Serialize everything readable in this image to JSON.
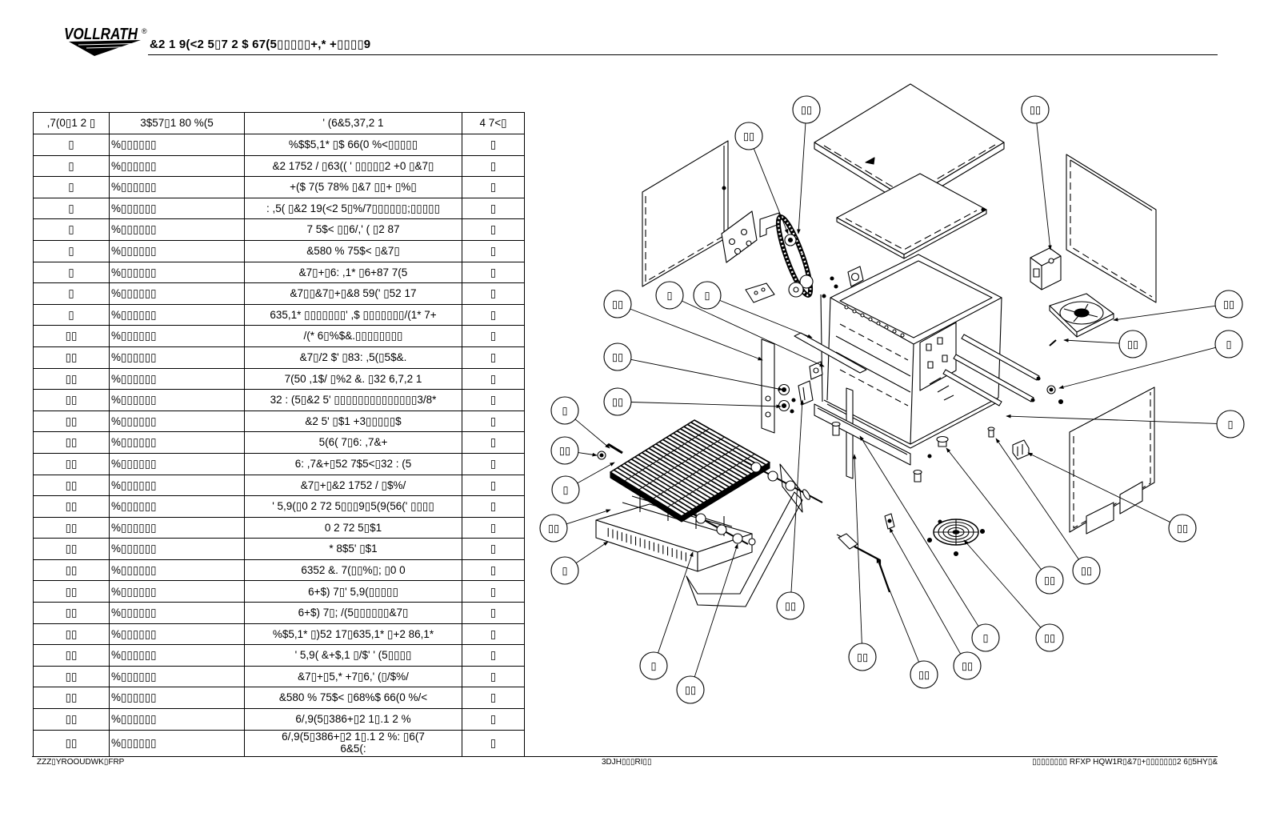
{
  "header": {
    "logo_text": "VOLLRATH",
    "logo_mark": "®",
    "title": "&2 1 9(<2 5▯7 2 $ 67(5▯▯▯▯▯+,* +▯▯▯▯9"
  },
  "parts_table": {
    "columns": {
      "item": ",7(0▯1 2 ▯",
      "part": "3$57▯1 80 %(5",
      "description": "' (6&5,37,2 1",
      "qty": "4 7<▯"
    },
    "rows": [
      {
        "item": "▯",
        "part": "%▯▯▯▯▯▯",
        "description": "%$$5,1* ▯$ 66(0 %<▯▯▯▯▯",
        "qty": "▯"
      },
      {
        "item": "▯",
        "part": "%▯▯▯▯▯▯",
        "description": "&2 1752 / ▯63(( ' ▯▯▯▯▯2 +0 ▯&7▯",
        "qty": "▯"
      },
      {
        "item": "▯",
        "part": "%▯▯▯▯▯▯",
        "description": "+($ 7(5 78% ▯&7 ▯▯+ ▯%▯",
        "qty": "▯"
      },
      {
        "item": "▯",
        "part": "%▯▯▯▯▯▯",
        "description": ":  ,5( ▯&2 19(<2 5▯%/7▯▯▯▯▯▯;▯▯▯▯▯",
        "qty": "▯"
      },
      {
        "item": "▯",
        "part": "%▯▯▯▯▯▯",
        "description": "7 5$< ▯▯6/,' ( ▯2 87",
        "qty": "▯"
      },
      {
        "item": "▯",
        "part": "%▯▯▯▯▯▯",
        "description": "&580 % 75$< ▯&7▯",
        "qty": "▯"
      },
      {
        "item": "▯",
        "part": "%▯▯▯▯▯▯",
        "description": "&7▯+▯6:  ,1* ▯6+87 7(5",
        "qty": "▯"
      },
      {
        "item": "▯",
        "part": "%▯▯▯▯▯▯",
        "description": "&7▯▯&7▯+▯&8 59(' ▯52 17",
        "qty": "▯"
      },
      {
        "item": "▯",
        "part": "%▯▯▯▯▯▯",
        "description": "635,1* ▯▯▯▯▯▯▯' ,$ ▯▯▯▯▯▯▯/(1* 7+",
        "qty": "▯"
      },
      {
        "item": "▯▯",
        "part": "%▯▯▯▯▯▯",
        "description": "/(* 6▯%$&.▯▯▯▯▯▯▯▯",
        "qty": "▯"
      },
      {
        "item": "▯▯",
        "part": "%▯▯▯▯▯▯",
        "description": "&7▯/2 $' ▯83:  ,5(▯5$&.",
        "qty": "▯"
      },
      {
        "item": "▯▯",
        "part": "%▯▯▯▯▯▯",
        "description": "7(50 ,1$/ ▯%2 &. ▯32 6,7,2 1",
        "qty": "▯"
      },
      {
        "item": "▯▯",
        "part": "%▯▯▯▯▯▯",
        "description": "32 :  (5▯&2 5' ▯▯▯▯▯▯▯▯▯▯▯▯▯▯3/8*",
        "qty": "▯"
      },
      {
        "item": "▯▯",
        "part": "%▯▯▯▯▯▯",
        "description": "&2 5' ▯$1 +3▯▯▯▯▯$",
        "qty": "▯"
      },
      {
        "item": "▯▯",
        "part": "%▯▯▯▯▯▯",
        "description": "5(6( 7▯6:  ,7&+",
        "qty": "▯"
      },
      {
        "item": "▯▯",
        "part": "%▯▯▯▯▯▯",
        "description": "6:  ,7&+▯52 7$5<▯32 :  (5",
        "qty": "▯"
      },
      {
        "item": "▯▯",
        "part": "%▯▯▯▯▯▯",
        "description": "&7▯+▯&2 1752 / ▯$%/",
        "qty": "▯"
      },
      {
        "item": "▯▯",
        "part": "%▯▯▯▯▯▯",
        "description": "' 5,9(▯0 2 72 5▯▯▯9▯5(9(56(' ▯▯▯▯",
        "qty": "▯"
      },
      {
        "item": "▯▯",
        "part": "%▯▯▯▯▯▯",
        "description": "0 2 72 5▯$1",
        "qty": "▯"
      },
      {
        "item": "▯▯",
        "part": "%▯▯▯▯▯▯",
        "description": "* 8$5' ▯$1",
        "qty": "▯"
      },
      {
        "item": "▯▯",
        "part": "%▯▯▯▯▯▯",
        "description": "6352 &. 7(▯▯%▯; ▯0 0",
        "qty": "▯"
      },
      {
        "item": "▯▯",
        "part": "%▯▯▯▯▯▯",
        "description": "6+$) 7▯' 5,9(▯▯▯▯▯",
        "qty": "▯"
      },
      {
        "item": "▯▯",
        "part": "%▯▯▯▯▯▯",
        "description": "6+$) 7▯; /(5▯▯▯▯▯▯&7▯",
        "qty": "▯"
      },
      {
        "item": "▯▯",
        "part": "%▯▯▯▯▯▯",
        "description": "%$5,1* ▯)52 17▯635,1* ▯+2 86,1*",
        "qty": "▯"
      },
      {
        "item": "▯▯",
        "part": "%▯▯▯▯▯▯",
        "description": "' 5,9( &+$,1 ▯/$' ' (5▯▯▯▯",
        "qty": "▯"
      },
      {
        "item": "▯▯",
        "part": "%▯▯▯▯▯▯",
        "description": "&7▯+▯5,* +7▯6,' (▯/$%/",
        "qty": "▯"
      },
      {
        "item": "▯▯",
        "part": "%▯▯▯▯▯▯",
        "description": "&580 % 75$< ▯68%$ 66(0 %/<",
        "qty": "▯"
      },
      {
        "item": "▯▯",
        "part": "%▯▯▯▯▯▯",
        "description": "6/,9(5▯386+▯2 1▯.1 2 %",
        "qty": "▯"
      },
      {
        "item": "▯▯",
        "part": "%▯▯▯▯▯▯",
        "description": "6/,9(5▯386+▯2 1▯.1 2 %:  ▯6(7\n6&5(:",
        "qty": "▯"
      }
    ]
  },
  "diagram": {
    "callouts": [
      "▯▯",
      "▯▯",
      "▯▯",
      "▯▯",
      "▯",
      "▯",
      "▯▯",
      "▯▯",
      "▯",
      "▯▯",
      "▯▯",
      "▯",
      "▯▯",
      "▯",
      "▯",
      "▯▯",
      "▯",
      "▯▯",
      "▯▯",
      "▯▯",
      "▯▯",
      "▯",
      "▯▯",
      "▯▯",
      "▯▯",
      "▯▯",
      "▯",
      "▯▯"
    ]
  },
  "footer": {
    "left": "ZZZ▯YROOUDWK▯FRP",
    "center": "3DJH▯▯▯RI▯▯",
    "right": "▯▯▯▯▯▯▯▯ RFXP HQW1R▯&7▯+▯▯▯▯▯▯▯2 6▯5HY▯&"
  }
}
